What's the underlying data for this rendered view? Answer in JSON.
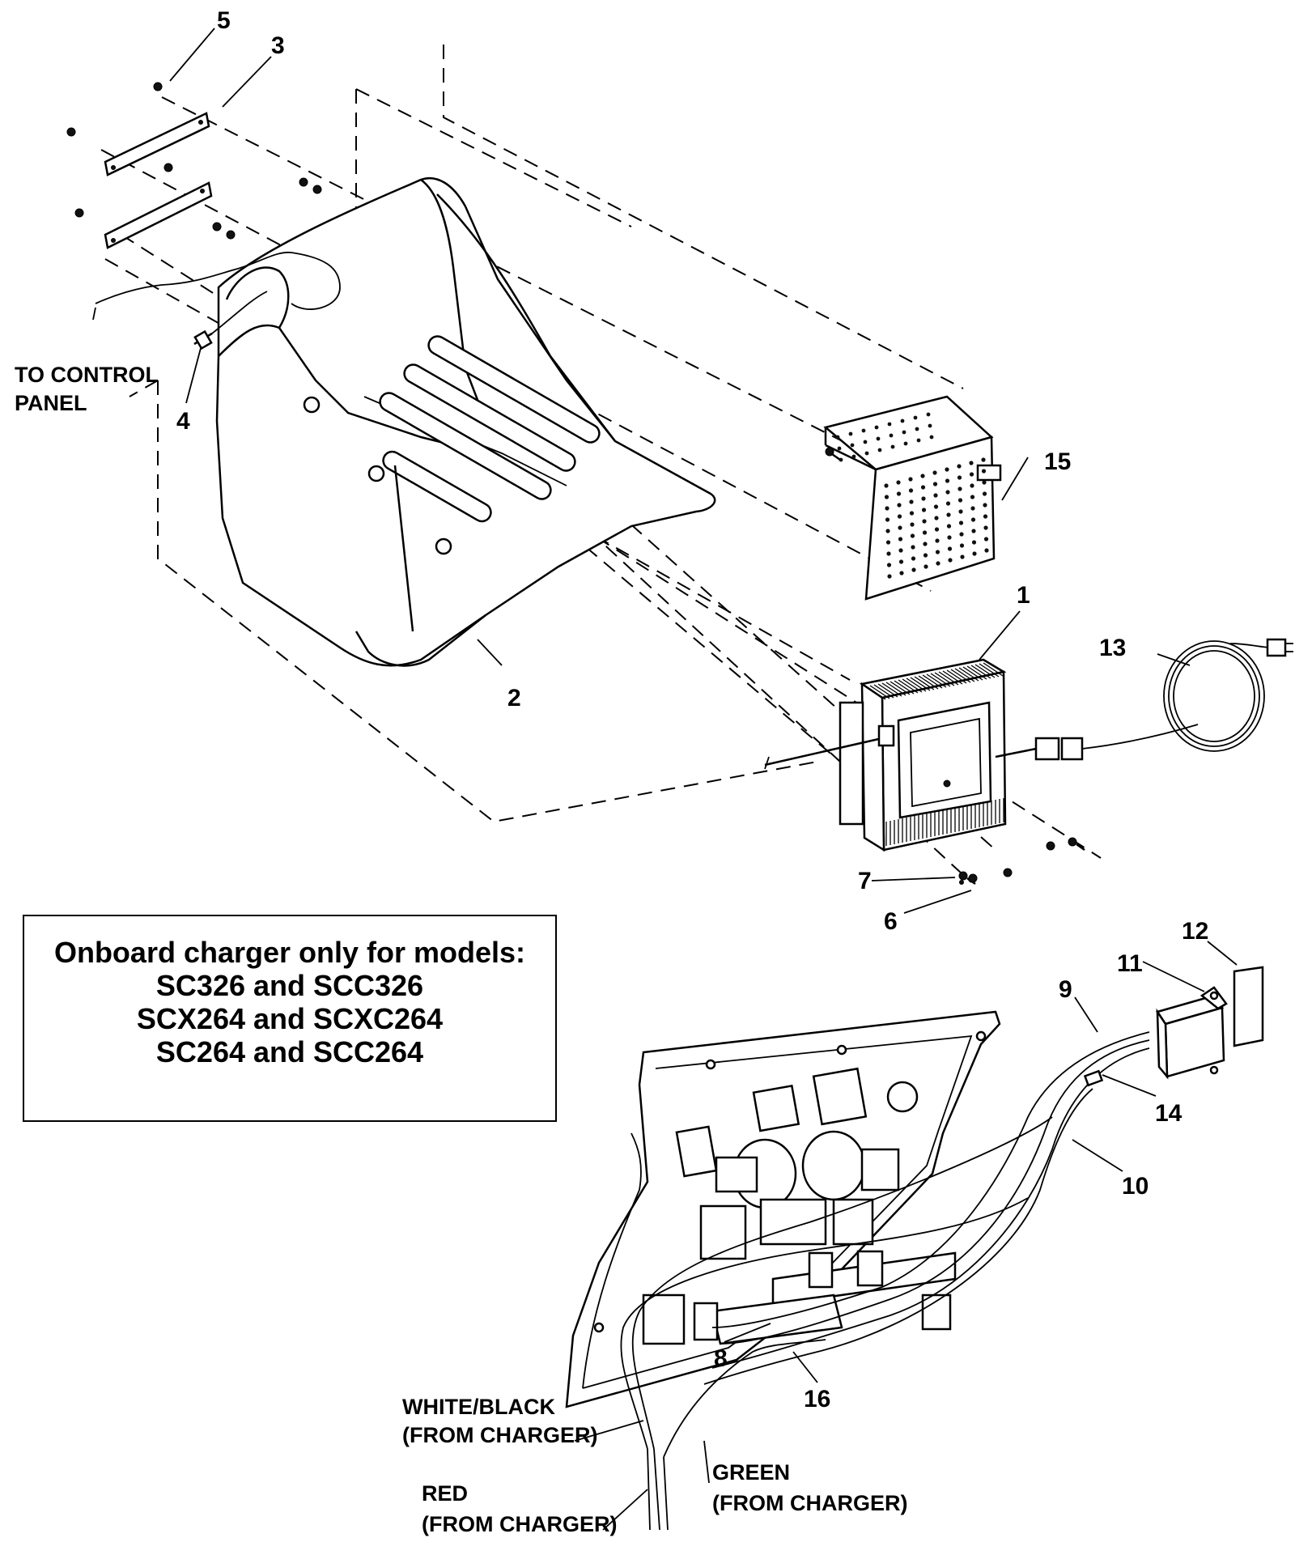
{
  "callouts": {
    "c1": "1",
    "c2": "2",
    "c3": "3",
    "c4": "4",
    "c5": "5",
    "c6": "6",
    "c7": "7",
    "c8": "8",
    "c9": "9",
    "c10": "10",
    "c11": "11",
    "c12": "12",
    "c13": "13",
    "c14": "14",
    "c15": "15",
    "c16": "16"
  },
  "labels": {
    "to_control_line1": "TO CONTROL",
    "to_control_line2": "PANEL",
    "white_black_line1": "WHITE/BLACK",
    "white_black_line2": "(FROM CHARGER)",
    "green_line1": "GREEN",
    "green_line2": "(FROM CHARGER)",
    "red_line1": "RED",
    "red_line2": "(FROM CHARGER)"
  },
  "note": {
    "title": "Onboard charger only for models:",
    "models": [
      "SC326 and SCC326",
      "SCX264 and SCXC264",
      "SC264 and SCC264"
    ]
  }
}
